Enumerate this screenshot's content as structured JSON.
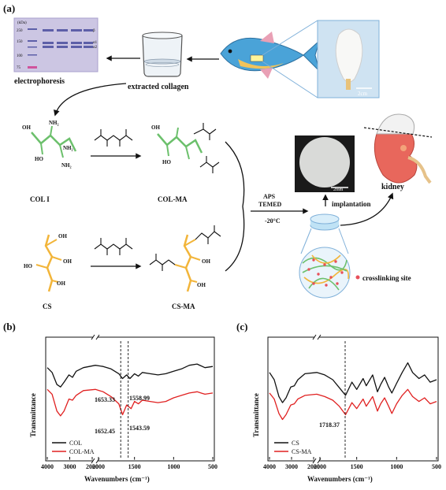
{
  "panels": {
    "a": "(a)",
    "b": "(b)",
    "c": "(c)"
  },
  "panel_a": {
    "gel_unit": "(kDa)",
    "gel_markers": [
      "250",
      "150",
      "100",
      "75"
    ],
    "gel_bands": [
      "β",
      "α1",
      "α2"
    ],
    "electrophoresis": "electrophoresis",
    "extracted_collagen": "extracted collagen",
    "scale_2cm": "2cm",
    "col_i": "COL I",
    "col_ma": "COL-MA",
    "cs": "CS",
    "cs_ma": "CS-MA",
    "nh2": "NH₂",
    "oh": "OH",
    "ho": "HO",
    "aps": "APS",
    "temed": "TEMED",
    "temp": "-20°C",
    "scale_2mm": "2mm",
    "implantation": "implantation",
    "kidney": "kidney",
    "crosslinking_site": "crosslinking site"
  },
  "colors": {
    "col_chain": "#6cc06c",
    "cs_chain": "#f2b53a",
    "spectrum_native": "#111111",
    "spectrum_modified": "#e02020",
    "crosslink": "#e8505a"
  },
  "chart_data": [
    {
      "type": "line",
      "panel": "(b)",
      "xlabel": "Wavenumbers (cm⁻¹)",
      "ylabel": "Transmittance",
      "x_ticks": [
        4000,
        3000,
        2000,
        2000,
        1500,
        1000,
        500
      ],
      "axis_break": true,
      "segments": [
        {
          "xlim": [
            4000,
            2000
          ]
        },
        {
          "xlim": [
            2000,
            500
          ]
        }
      ],
      "grid": false,
      "legend_position": "bottom-left",
      "series": [
        {
          "name": "COL",
          "color": "#111111",
          "points": [
            [
              4000,
              0.76
            ],
            [
              3800,
              0.72
            ],
            [
              3600,
              0.62
            ],
            [
              3450,
              0.6
            ],
            [
              3300,
              0.64
            ],
            [
              3100,
              0.7
            ],
            [
              2950,
              0.68
            ],
            [
              2800,
              0.73
            ],
            [
              2500,
              0.76
            ],
            [
              2000,
              0.78
            ],
            [
              1900,
              0.77
            ],
            [
              1800,
              0.75
            ],
            [
              1700,
              0.71
            ],
            [
              1653,
              0.67
            ],
            [
              1600,
              0.7
            ],
            [
              1558,
              0.67
            ],
            [
              1500,
              0.71
            ],
            [
              1450,
              0.69
            ],
            [
              1400,
              0.72
            ],
            [
              1300,
              0.71
            ],
            [
              1200,
              0.7
            ],
            [
              1100,
              0.71
            ],
            [
              1000,
              0.73
            ],
            [
              900,
              0.75
            ],
            [
              800,
              0.78
            ],
            [
              700,
              0.79
            ],
            [
              600,
              0.76
            ],
            [
              500,
              0.77
            ]
          ]
        },
        {
          "name": "COL-MA",
          "color": "#e02020",
          "points": [
            [
              4000,
              0.58
            ],
            [
              3800,
              0.54
            ],
            [
              3600,
              0.4
            ],
            [
              3450,
              0.36
            ],
            [
              3300,
              0.4
            ],
            [
              3100,
              0.5
            ],
            [
              2950,
              0.49
            ],
            [
              2800,
              0.53
            ],
            [
              2500,
              0.57
            ],
            [
              2000,
              0.58
            ],
            [
              1900,
              0.56
            ],
            [
              1800,
              0.52
            ],
            [
              1700,
              0.46
            ],
            [
              1652,
              0.37
            ],
            [
              1600,
              0.45
            ],
            [
              1543,
              0.42
            ],
            [
              1500,
              0.48
            ],
            [
              1450,
              0.46
            ],
            [
              1400,
              0.49
            ],
            [
              1300,
              0.48
            ],
            [
              1200,
              0.47
            ],
            [
              1100,
              0.48
            ],
            [
              1000,
              0.51
            ],
            [
              900,
              0.53
            ],
            [
              800,
              0.55
            ],
            [
              700,
              0.56
            ],
            [
              600,
              0.54
            ],
            [
              500,
              0.55
            ]
          ]
        }
      ],
      "annotations": [
        "1653.33",
        "1558.99",
        "1652.45",
        "1543.59"
      ]
    },
    {
      "type": "line",
      "panel": "(c)",
      "xlabel": "Wavenumbers (cm⁻¹)",
      "ylabel": "Transmittance",
      "x_ticks": [
        4000,
        3000,
        2000,
        2000,
        1500,
        1000,
        500
      ],
      "axis_break": true,
      "segments": [
        {
          "xlim": [
            4000,
            2000
          ]
        },
        {
          "xlim": [
            2000,
            500
          ]
        }
      ],
      "grid": false,
      "legend_position": "bottom-left",
      "series": [
        {
          "name": "CS",
          "color": "#111111",
          "points": [
            [
              4000,
              0.72
            ],
            [
              3800,
              0.66
            ],
            [
              3600,
              0.52
            ],
            [
              3450,
              0.47
            ],
            [
              3300,
              0.51
            ],
            [
              3100,
              0.6
            ],
            [
              2950,
              0.61
            ],
            [
              2800,
              0.66
            ],
            [
              2500,
              0.71
            ],
            [
              2000,
              0.72
            ],
            [
              1900,
              0.7
            ],
            [
              1800,
              0.66
            ],
            [
              1700,
              0.58
            ],
            [
              1640,
              0.53
            ],
            [
              1560,
              0.64
            ],
            [
              1500,
              0.58
            ],
            [
              1420,
              0.67
            ],
            [
              1380,
              0.61
            ],
            [
              1300,
              0.7
            ],
            [
              1240,
              0.56
            ],
            [
              1200,
              0.62
            ],
            [
              1150,
              0.68
            ],
            [
              1100,
              0.6
            ],
            [
              1060,
              0.55
            ],
            [
              1000,
              0.63
            ],
            [
              930,
              0.72
            ],
            [
              860,
              0.8
            ],
            [
              800,
              0.72
            ],
            [
              720,
              0.67
            ],
            [
              650,
              0.7
            ],
            [
              580,
              0.64
            ],
            [
              500,
              0.66
            ]
          ]
        },
        {
          "name": "CS-MA",
          "color": "#e02020",
          "points": [
            [
              4000,
              0.55
            ],
            [
              3800,
              0.5
            ],
            [
              3600,
              0.38
            ],
            [
              3450,
              0.33
            ],
            [
              3300,
              0.37
            ],
            [
              3100,
              0.45
            ],
            [
              2950,
              0.46
            ],
            [
              2800,
              0.5
            ],
            [
              2500,
              0.53
            ],
            [
              2000,
              0.54
            ],
            [
              1900,
              0.52
            ],
            [
              1800,
              0.49
            ],
            [
              1718,
              0.44
            ],
            [
              1640,
              0.37
            ],
            [
              1560,
              0.47
            ],
            [
              1500,
              0.42
            ],
            [
              1420,
              0.5
            ],
            [
              1380,
              0.44
            ],
            [
              1300,
              0.52
            ],
            [
              1240,
              0.4
            ],
            [
              1200,
              0.46
            ],
            [
              1150,
              0.51
            ],
            [
              1100,
              0.44
            ],
            [
              1060,
              0.38
            ],
            [
              1000,
              0.46
            ],
            [
              930,
              0.53
            ],
            [
              860,
              0.58
            ],
            [
              800,
              0.52
            ],
            [
              720,
              0.48
            ],
            [
              650,
              0.51
            ],
            [
              580,
              0.46
            ],
            [
              500,
              0.48
            ]
          ]
        }
      ],
      "annotations": [
        "1718.37"
      ]
    }
  ]
}
